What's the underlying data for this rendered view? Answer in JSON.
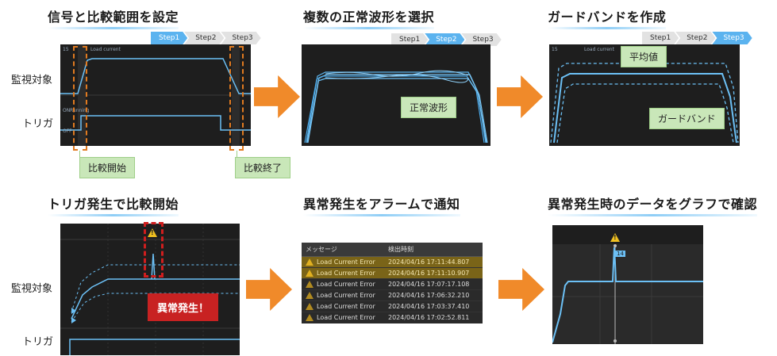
{
  "titles": {
    "t1": "信号と比較範囲を設定",
    "t2": "複数の正常波形を選択",
    "t3": "ガードバンドを作成",
    "t4": "トリガ発生で比較開始",
    "t5": "異常発生をアラームで通知",
    "t6": "異常発生時のデータをグラフで確認"
  },
  "steps": [
    "Step1",
    "Step2",
    "Step3"
  ],
  "labels": {
    "monitor": "監視対象",
    "trigger": "トリガ",
    "compare_start": "比較開始",
    "compare_end": "比較終了",
    "normal_wave": "正常波形",
    "average": "平均値",
    "guard_band": "ガードバンド",
    "abnormal": "異常発生！"
  },
  "panel1": {
    "axis_top": "15",
    "series_name": "Load current",
    "on": "ON",
    "running": "Running",
    "off": "OFF"
  },
  "panel3": {
    "axis_top": "15",
    "series_name": "Load current"
  },
  "panel6": {
    "value_badge": "14"
  },
  "error_log": {
    "headers": [
      "メッセージ",
      "検出時刻"
    ],
    "rows": [
      {
        "message": "Load Current Error",
        "time": "2024/04/16 17:11:44.807",
        "highlight": true
      },
      {
        "message": "Load Current Error",
        "time": "2024/04/16 17:11:10.907",
        "highlight": true
      },
      {
        "message": "Load Current Error",
        "time": "2024/04/16 17:07:17.108",
        "highlight": false
      },
      {
        "message": "Load Current Error",
        "time": "2024/04/16 17:06:32.210",
        "highlight": false
      },
      {
        "message": "Load Current Error",
        "time": "2024/04/16 17:03:37.410",
        "highlight": false
      },
      {
        "message": "Load Current Error",
        "time": "2024/04/16 17:02:52.811",
        "highlight": false
      }
    ]
  },
  "colors": {
    "accent_arrow": "#f08a2a",
    "signal": "#6cc0f5",
    "panel_bg": "#1e1e1e",
    "step_active": "#5bb3ef",
    "alarm_red": "#c82222",
    "callout_green": "#c9e7b9",
    "warning_yellow": "#f0c020"
  }
}
